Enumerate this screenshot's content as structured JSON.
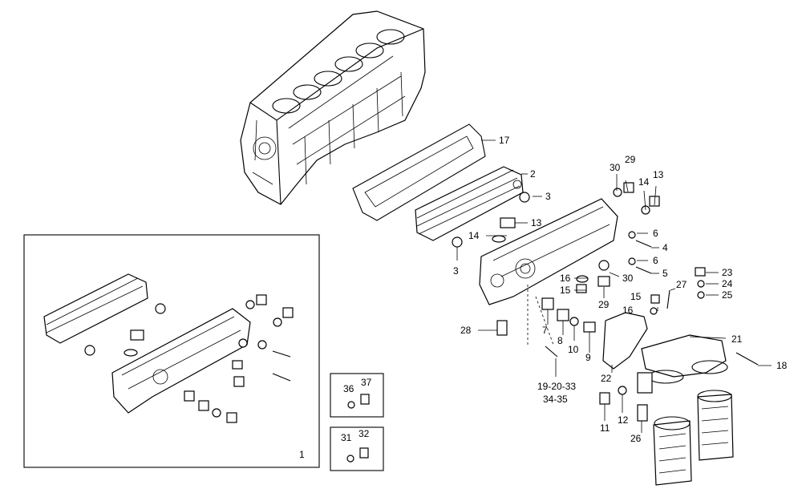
{
  "callouts": {
    "c1": "1",
    "c2": "2",
    "c3a": "3",
    "c3b": "3",
    "c4": "4",
    "c5": "5",
    "c6a": "6",
    "c6b": "6",
    "c7": "7",
    "c8": "8",
    "c9": "9",
    "c10": "10",
    "c11": "11",
    "c12": "12",
    "c13a": "13",
    "c13b": "13",
    "c14a": "14",
    "c14b": "14",
    "c15a": "15",
    "c15b": "15",
    "c16a": "16",
    "c16b": "16",
    "c17": "17",
    "c18": "18",
    "c19": "19-20-33",
    "c19b": "34-35",
    "c21": "21",
    "c22": "22",
    "c23": "23",
    "c24": "24",
    "c25": "25",
    "c26": "26",
    "c27": "27",
    "c28": "28",
    "c29a": "29",
    "c29b": "29",
    "c30a": "30",
    "c30b": "30",
    "c31": "31",
    "c32": "32",
    "c36": "36",
    "c37": "37"
  }
}
